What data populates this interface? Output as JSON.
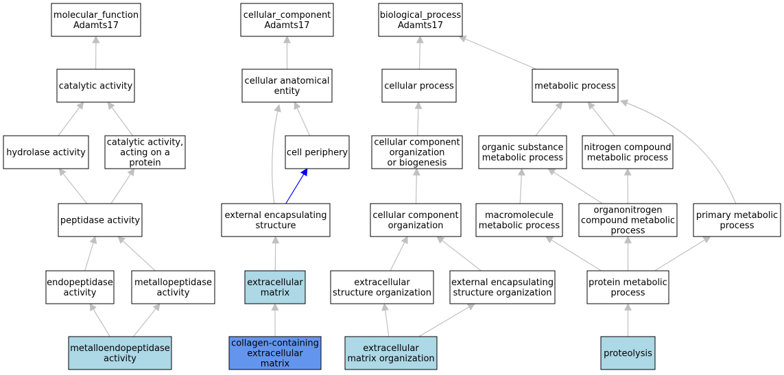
{
  "colors": {
    "default_fill": "#ffffff",
    "light_blue": "#add8e6",
    "dark_blue": "#6495ed",
    "edge": "#c0c0c0",
    "edge_highlight": "#0000ff"
  },
  "nodes": [
    {
      "id": "mf_root",
      "lines": [
        "molecular_function",
        "Adamts17"
      ],
      "fill": "default"
    },
    {
      "id": "catalytic",
      "lines": [
        "catalytic activity"
      ],
      "fill": "default"
    },
    {
      "id": "hydrolase",
      "lines": [
        "hydrolase activity"
      ],
      "fill": "default"
    },
    {
      "id": "cat_protein",
      "lines": [
        "catalytic activity,",
        "acting on a",
        "protein"
      ],
      "fill": "default"
    },
    {
      "id": "peptidase",
      "lines": [
        "peptidase activity"
      ],
      "fill": "default"
    },
    {
      "id": "endopeptidase",
      "lines": [
        "endopeptidase",
        "activity"
      ],
      "fill": "default"
    },
    {
      "id": "metallopeptidase",
      "lines": [
        "metallopeptidase",
        "activity"
      ],
      "fill": "default"
    },
    {
      "id": "metalloendo",
      "lines": [
        "metalloendopeptidase",
        "activity"
      ],
      "fill": "light"
    },
    {
      "id": "cc_root",
      "lines": [
        "cellular_component",
        "Adamts17"
      ],
      "fill": "default"
    },
    {
      "id": "anat_entity",
      "lines": [
        "cellular anatomical",
        "entity"
      ],
      "fill": "default"
    },
    {
      "id": "cell_periphery",
      "lines": [
        "cell periphery"
      ],
      "fill": "default"
    },
    {
      "id": "ext_struct",
      "lines": [
        "external encapsulating",
        "structure"
      ],
      "fill": "default"
    },
    {
      "id": "ecm",
      "lines": [
        "extracellular",
        "matrix"
      ],
      "fill": "light"
    },
    {
      "id": "collagen_ecm",
      "lines": [
        "collagen-containing",
        "extracellular",
        "matrix"
      ],
      "fill": "dark"
    },
    {
      "id": "bp_root",
      "lines": [
        "biological_process",
        "Adamts17"
      ],
      "fill": "default"
    },
    {
      "id": "cell_process",
      "lines": [
        "cellular process"
      ],
      "fill": "default"
    },
    {
      "id": "metabolic",
      "lines": [
        "metabolic process"
      ],
      "fill": "default"
    },
    {
      "id": "cc_org_bio",
      "lines": [
        "cellular component",
        "organization",
        "or biogenesis"
      ],
      "fill": "default"
    },
    {
      "id": "organic_sub",
      "lines": [
        "organic substance",
        "metabolic process"
      ],
      "fill": "default"
    },
    {
      "id": "nitrogen",
      "lines": [
        "nitrogen compound",
        "metabolic process"
      ],
      "fill": "default"
    },
    {
      "id": "cc_org",
      "lines": [
        "cellular component",
        "organization"
      ],
      "fill": "default"
    },
    {
      "id": "macromolecule",
      "lines": [
        "macromolecule",
        "metabolic process"
      ],
      "fill": "default"
    },
    {
      "id": "organonitrogen",
      "lines": [
        "organonitrogen",
        "compound metabolic",
        "process"
      ],
      "fill": "default"
    },
    {
      "id": "primary",
      "lines": [
        "primary metabolic",
        "process"
      ],
      "fill": "default"
    },
    {
      "id": "ext_struct_org",
      "lines": [
        "extracellular",
        "structure organization"
      ],
      "fill": "default"
    },
    {
      "id": "ext_encaps_org",
      "lines": [
        "external encapsulating",
        "structure organization"
      ],
      "fill": "default"
    },
    {
      "id": "protein_metab",
      "lines": [
        "protein metabolic",
        "process"
      ],
      "fill": "default"
    },
    {
      "id": "ecm_org",
      "lines": [
        "extracellular",
        "matrix organization"
      ],
      "fill": "light"
    },
    {
      "id": "proteolysis",
      "lines": [
        "proteolysis"
      ],
      "fill": "light"
    }
  ],
  "edges": [
    {
      "from": "catalytic",
      "to": "mf_root"
    },
    {
      "from": "hydrolase",
      "to": "catalytic"
    },
    {
      "from": "cat_protein",
      "to": "catalytic"
    },
    {
      "from": "peptidase",
      "to": "hydrolase"
    },
    {
      "from": "peptidase",
      "to": "cat_protein"
    },
    {
      "from": "endopeptidase",
      "to": "peptidase"
    },
    {
      "from": "metallopeptidase",
      "to": "peptidase"
    },
    {
      "from": "metalloendo",
      "to": "endopeptidase"
    },
    {
      "from": "metalloendo",
      "to": "metallopeptidase"
    },
    {
      "from": "anat_entity",
      "to": "cc_root"
    },
    {
      "from": "cell_periphery",
      "to": "anat_entity"
    },
    {
      "from": "ext_struct",
      "to": "anat_entity"
    },
    {
      "from": "ext_struct",
      "to": "cell_periphery",
      "highlight": true
    },
    {
      "from": "ecm",
      "to": "ext_struct"
    },
    {
      "from": "collagen_ecm",
      "to": "ecm"
    },
    {
      "from": "cell_process",
      "to": "bp_root"
    },
    {
      "from": "metabolic",
      "to": "bp_root"
    },
    {
      "from": "cc_org_bio",
      "to": "cell_process"
    },
    {
      "from": "organic_sub",
      "to": "metabolic"
    },
    {
      "from": "nitrogen",
      "to": "metabolic"
    },
    {
      "from": "primary",
      "to": "metabolic"
    },
    {
      "from": "cc_org",
      "to": "cc_org_bio"
    },
    {
      "from": "macromolecule",
      "to": "organic_sub"
    },
    {
      "from": "organonitrogen",
      "to": "organic_sub"
    },
    {
      "from": "organonitrogen",
      "to": "nitrogen"
    },
    {
      "from": "ext_struct_org",
      "to": "cc_org"
    },
    {
      "from": "ext_encaps_org",
      "to": "cc_org"
    },
    {
      "from": "protein_metab",
      "to": "macromolecule"
    },
    {
      "from": "protein_metab",
      "to": "organonitrogen"
    },
    {
      "from": "protein_metab",
      "to": "primary"
    },
    {
      "from": "ecm_org",
      "to": "ext_struct_org"
    },
    {
      "from": "ecm_org",
      "to": "ext_encaps_org"
    },
    {
      "from": "proteolysis",
      "to": "protein_metab"
    }
  ]
}
